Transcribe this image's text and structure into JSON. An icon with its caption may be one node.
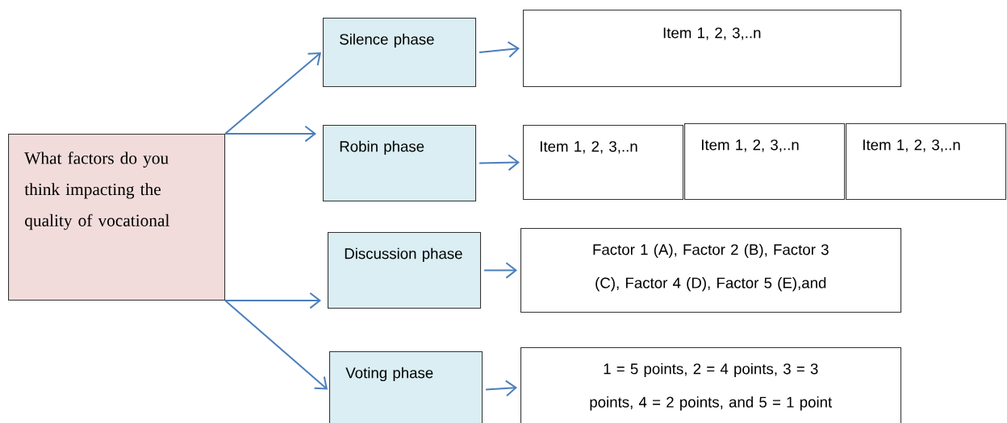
{
  "diagram": {
    "nodes": [
      {
        "text": [
          "What factors do you think impacting the quality of vocational"
        ]
      },
      {
        "text": [
          "Silence phase"
        ]
      },
      {
        "text": [
          "Item 1, 2, 3,..n"
        ]
      },
      {
        "text": [
          "Robin phase"
        ]
      },
      {
        "text": [
          "Item 1, 2, 3,..n"
        ]
      },
      {
        "text": [
          "Item 1, 2, 3,..n"
        ]
      },
      {
        "text": [
          "Item 1, 2, 3,..n"
        ]
      },
      {
        "text": [
          "Discussion phase"
        ]
      },
      {
        "text": [
          "Factor 1 (A), Factor 2 (B), Factor 3 (C), Factor 4 (D), Factor 5 (E),and"
        ]
      },
      {
        "text": [
          "Voting phase"
        ]
      },
      {
        "text": [
          "1 = 5 points, 2 = 4 points, 3 = 3 points, 4 = 2 points, and 5 = 1 point"
        ]
      }
    ],
    "edges": [
      {
        "from": 0,
        "to": 1,
        "arrow": "to"
      },
      {
        "from": 0,
        "to": 3,
        "arrow": "to"
      },
      {
        "from": 0,
        "to": 7,
        "arrow": "to"
      },
      {
        "from": 0,
        "to": 9,
        "arrow": "to"
      },
      {
        "from": 1,
        "to": 2,
        "arrow": "to"
      },
      {
        "from": 3,
        "to": 4,
        "arrow": "to"
      },
      {
        "from": 7,
        "to": 8,
        "arrow": "to"
      },
      {
        "from": 9,
        "to": 10,
        "arrow": "to"
      }
    ]
  }
}
